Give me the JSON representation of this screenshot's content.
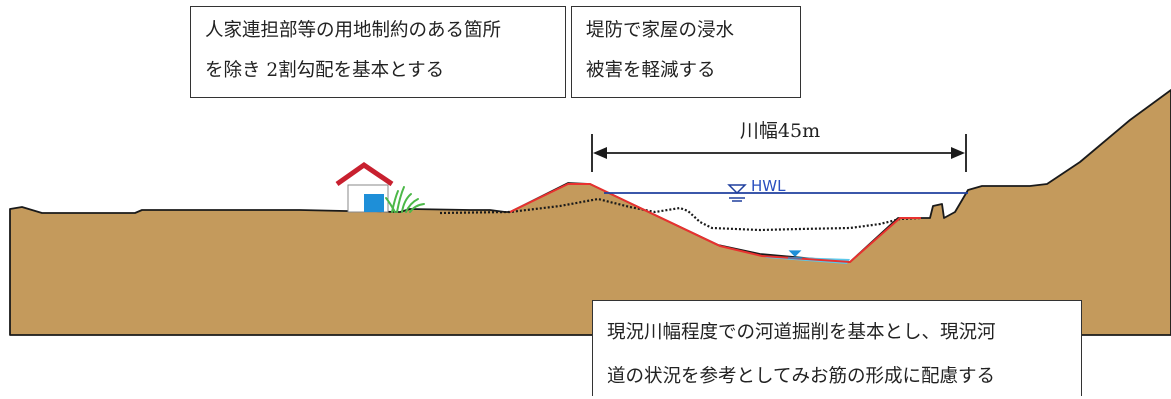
{
  "notes": {
    "left": {
      "line1": "人家連担部等の用地制約のある箇所",
      "line2": "を除き 2割勾配を基本とする"
    },
    "mid": {
      "line1": "堤防で家屋の浸水",
      "line2": "被害を軽減する"
    },
    "bottom": {
      "line1": "現況川幅程度での河道掘削を基本とし、現況河",
      "line2": "道の状況を参考としてみお筋の形成に配慮する"
    }
  },
  "dimension": {
    "label": "川幅45m"
  },
  "water_level": {
    "label": "HWL"
  },
  "colors": {
    "ground": "#C49A5C",
    "excavation_line": "#E8312F",
    "existing_channel_line": "#1a1a1a",
    "water_line": "#1F3F9E",
    "water_fill": "#5BC8EA",
    "hwl_text": "#2A4FBF",
    "house_roof": "#C8202F",
    "house_door": "#1E8FD8",
    "grass": "#4CB848"
  },
  "icons": [
    "house-icon",
    "grass-icon",
    "water-level-symbol-icon",
    "normal-water-level-symbol-icon"
  ]
}
